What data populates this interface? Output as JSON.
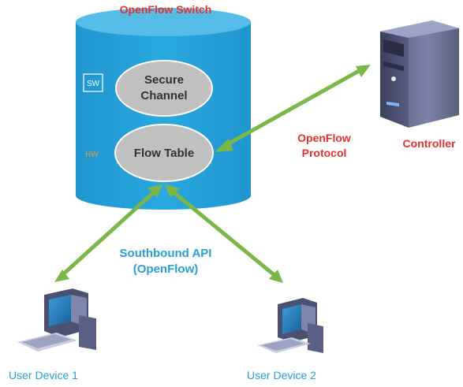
{
  "title": "OpenFlow Switch",
  "switch": {
    "sw_tag": "SW",
    "hw_tag": "HW",
    "secure_channel_line1": "Secure",
    "secure_channel_line2": "Channel",
    "flow_table": "Flow Table"
  },
  "protocol": {
    "line1": "OpenFlow",
    "line2": "Protocol"
  },
  "controller_label": "Controller",
  "southbound": {
    "line1": "Southbound API",
    "line2": "(OpenFlow)"
  },
  "devices": {
    "device1": "User Device 1",
    "device2": "User Device 2"
  },
  "colors": {
    "cylinder": "#2aa3dc",
    "cylinder_top": "#5fc0ea",
    "ellipse": "#bfbfbf",
    "arrow": "#7ab648",
    "red_text": "#e8312f",
    "blue_text": "#2a9fd6",
    "hw_text": "#e0a13a"
  }
}
